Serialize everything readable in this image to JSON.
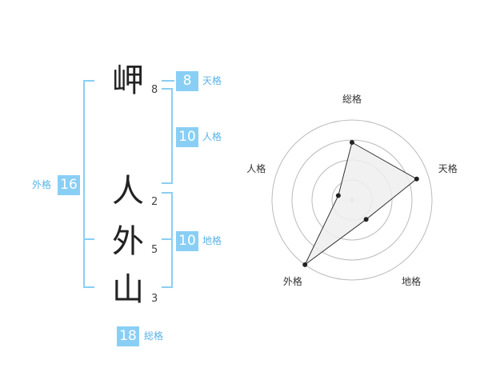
{
  "name": {
    "characters": [
      {
        "char": "岬",
        "strokes": "8"
      },
      {
        "char": "人",
        "strokes": "2"
      },
      {
        "char": "外",
        "strokes": "5"
      },
      {
        "char": "山",
        "strokes": "3"
      }
    ]
  },
  "fortune": {
    "tenkaku": {
      "label": "天格",
      "value": "8"
    },
    "jinkaku": {
      "label": "人格",
      "value": "10"
    },
    "chikaku": {
      "label": "地格",
      "value": "10"
    },
    "gaikaku": {
      "label": "外格",
      "value": "16"
    },
    "soukaku": {
      "label": "総格",
      "value": "18"
    }
  },
  "chart_data": {
    "type": "radar",
    "axes": [
      "総格",
      "天格",
      "地格",
      "外格",
      "人格"
    ],
    "values": [
      0.72,
      0.85,
      0.3,
      1.0,
      0.18
    ],
    "rings": 4,
    "colors": {
      "fill": "#efefef",
      "stroke": "#333333",
      "point": "#222222",
      "grid": "#bbbbbb",
      "center": "#cccccc"
    }
  }
}
